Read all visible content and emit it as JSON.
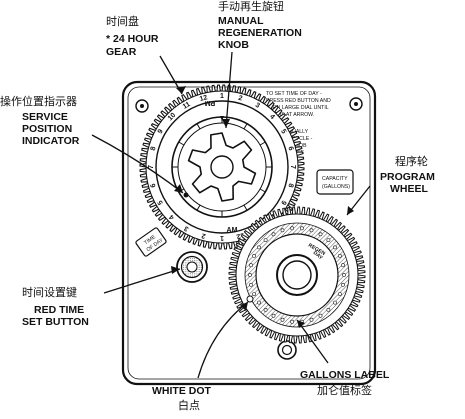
{
  "labels": {
    "time_gear_cn": "时间盘",
    "time_gear_en_1": "* 24 HOUR",
    "time_gear_en_2": "GEAR",
    "knob_cn": "手动再生旋钮",
    "knob_en_1": "MANUAL",
    "knob_en_2": "REGENERATION",
    "knob_en_3": "KNOB",
    "indicator_cn": "操作位置指示器",
    "indicator_en_1": "SERVICE",
    "indicator_en_2": "POSITION",
    "indicator_en_3": "INDICATOR",
    "program_cn": "程序轮",
    "program_en_1": "PROGRAM",
    "program_en_2": "WHEEL",
    "time_set_cn": "时间设置键",
    "time_set_en_1": "RED TIME",
    "time_set_en_2": "SET BUTTON",
    "white_dot_en": "WHITE DOT",
    "white_dot_cn": "白点",
    "gallons_en": "GALLONS LABEL",
    "gallons_cn": "加仑值标签"
  },
  "plate_text": {
    "set_time": [
      "TO SET TIME OF DAY -",
      "PRESS RED BUTTON AND",
      "TURN LARGE DIAL UNTIL",
      "TIME IS AT ARROW."
    ],
    "manual_cycle": [
      "TO MANUALLY",
      "START CYCLE -",
      "TURN KNOB",
      "CLOCKWISE"
    ],
    "capacity": [
      "CAPACITY",
      "(GALLONS)"
    ],
    "time_of_day": [
      "TIME",
      "OF DAY"
    ],
    "am": "AM",
    "pm": "PM",
    "regen": "REGEN",
    "day_label": "DAY",
    "hours": [
      "1",
      "2",
      "3",
      "4",
      "5",
      "6",
      "7",
      "8",
      "9",
      "10",
      "11",
      "12",
      "1",
      "2",
      "3",
      "4",
      "5",
      "6",
      "7",
      "8",
      "9",
      "10",
      "11",
      "12"
    ]
  }
}
